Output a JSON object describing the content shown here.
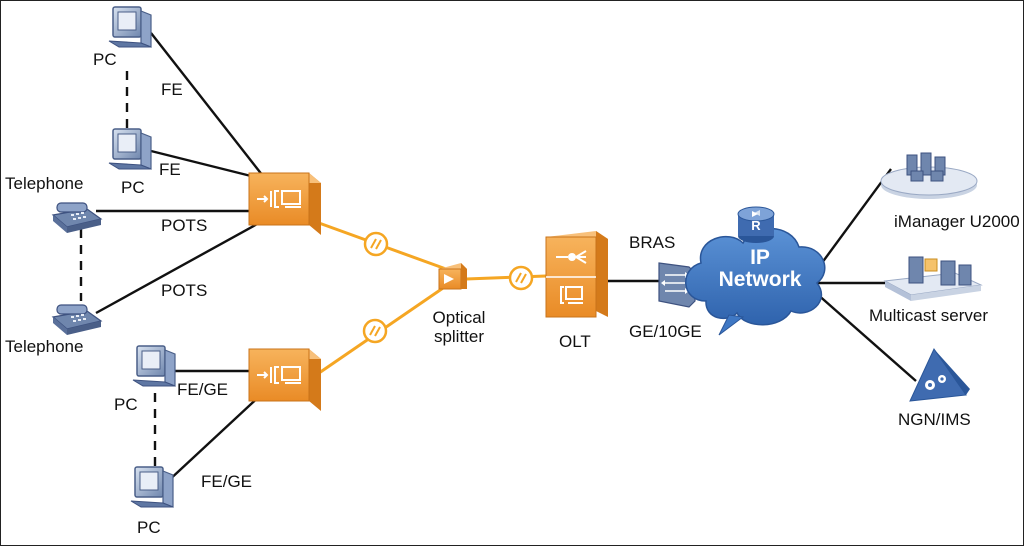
{
  "diagram": {
    "labels": {
      "pc_1": "PC",
      "pc_2": "PC",
      "pc_3": "PC",
      "pc_4": "PC",
      "telephone_1": "Telephone",
      "telephone_2": "Telephone",
      "link_fe_1": "FE",
      "link_fe_2": "FE",
      "link_pots_1": "POTS",
      "link_pots_2": "POTS",
      "link_fege_1": "FE/GE",
      "link_fege_2": "FE/GE",
      "optical_splitter_line1": "Optical",
      "optical_splitter_line2": "splitter",
      "olt": "OLT",
      "bras": "BRAS",
      "uplink": "GE/10GE",
      "ip_network_line1": "IP",
      "ip_network_line2": "Network",
      "router_letter": "R",
      "imanager": "iManager U2000",
      "multicast": "Multicast server",
      "ngn_ims": "NGN/IMS"
    },
    "colors": {
      "fiber": "#f5a623",
      "onu": "#f29a3a",
      "cloud": "#3f78c4",
      "device": "#6a86b5",
      "line": "#111111"
    }
  }
}
